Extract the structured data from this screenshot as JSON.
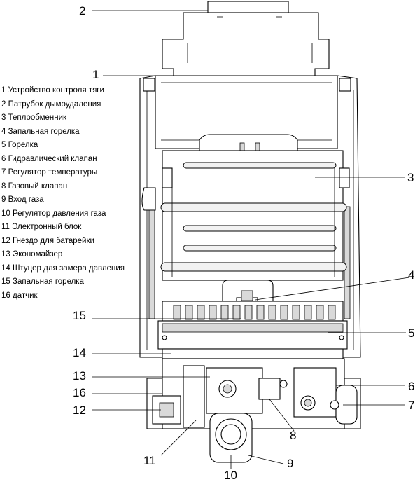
{
  "legend": [
    {
      "num": "1",
      "text": "Устройство контроля тяги"
    },
    {
      "num": "2",
      "text": "Патрубок дымоудаления"
    },
    {
      "num": "3",
      "text": "Теплообменник"
    },
    {
      "num": "4",
      "text": "Запальная горелка"
    },
    {
      "num": "5",
      "text": "Горелка"
    },
    {
      "num": "6",
      "text": "Гидравлический клапан"
    },
    {
      "num": "7",
      "text": "Регулятор температуры"
    },
    {
      "num": "8",
      "text": "Газовый клапан"
    },
    {
      "num": "9",
      "text": "Вход газа"
    },
    {
      "num": "10",
      "text": "Регулятор давления газа"
    },
    {
      "num": "11",
      "text": "Электронный блок"
    },
    {
      "num": "12",
      "text": "Гнездо для батарейки"
    },
    {
      "num": "13",
      "text": "Экономайзер"
    },
    {
      "num": "14",
      "text": "Штуцер для замера давления"
    },
    {
      "num": "15",
      "text": "Запальная горелка"
    },
    {
      "num": "16",
      "text": "датчик"
    }
  ],
  "callouts": [
    "1",
    "2",
    "3",
    "4",
    "5",
    "6",
    "7",
    "8",
    "9",
    "10",
    "11",
    "12",
    "13",
    "14",
    "15",
    "16"
  ]
}
